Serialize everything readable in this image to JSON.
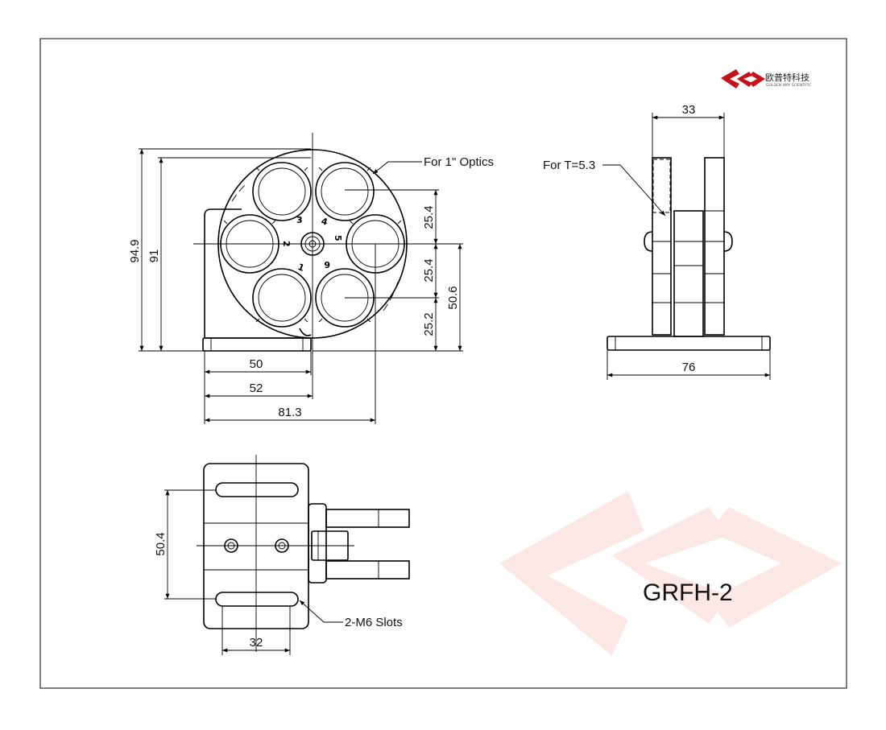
{
  "brand": {
    "name_cn": "欧普特科技",
    "name_en": "GOLDEN WAY SCIENTIFIC",
    "logo_color": "#c4141b",
    "watermark_color": "#fbe8e6"
  },
  "model": "GRFH-2",
  "front_view": {
    "dims": {
      "height_outer": "94.9",
      "height_inner": "91",
      "pitch_top": "25.4",
      "pitch_mid": "25.4",
      "bottom_offset": "25.2",
      "center_height": "50.6",
      "width_50": "50",
      "width_52": "52",
      "width_81": "81.3"
    },
    "callout_optics": "For 1\" Optics",
    "position_numbers": [
      "1",
      "2",
      "3",
      "4",
      "5",
      "6"
    ]
  },
  "side_view": {
    "dims": {
      "thickness": "33",
      "base_width": "76"
    },
    "callout_thickness": "For T=5.3"
  },
  "bottom_view": {
    "dims": {
      "slot_spacing": "50.4",
      "slot_width": "32"
    },
    "callout_slots": "2-M6 Slots"
  }
}
